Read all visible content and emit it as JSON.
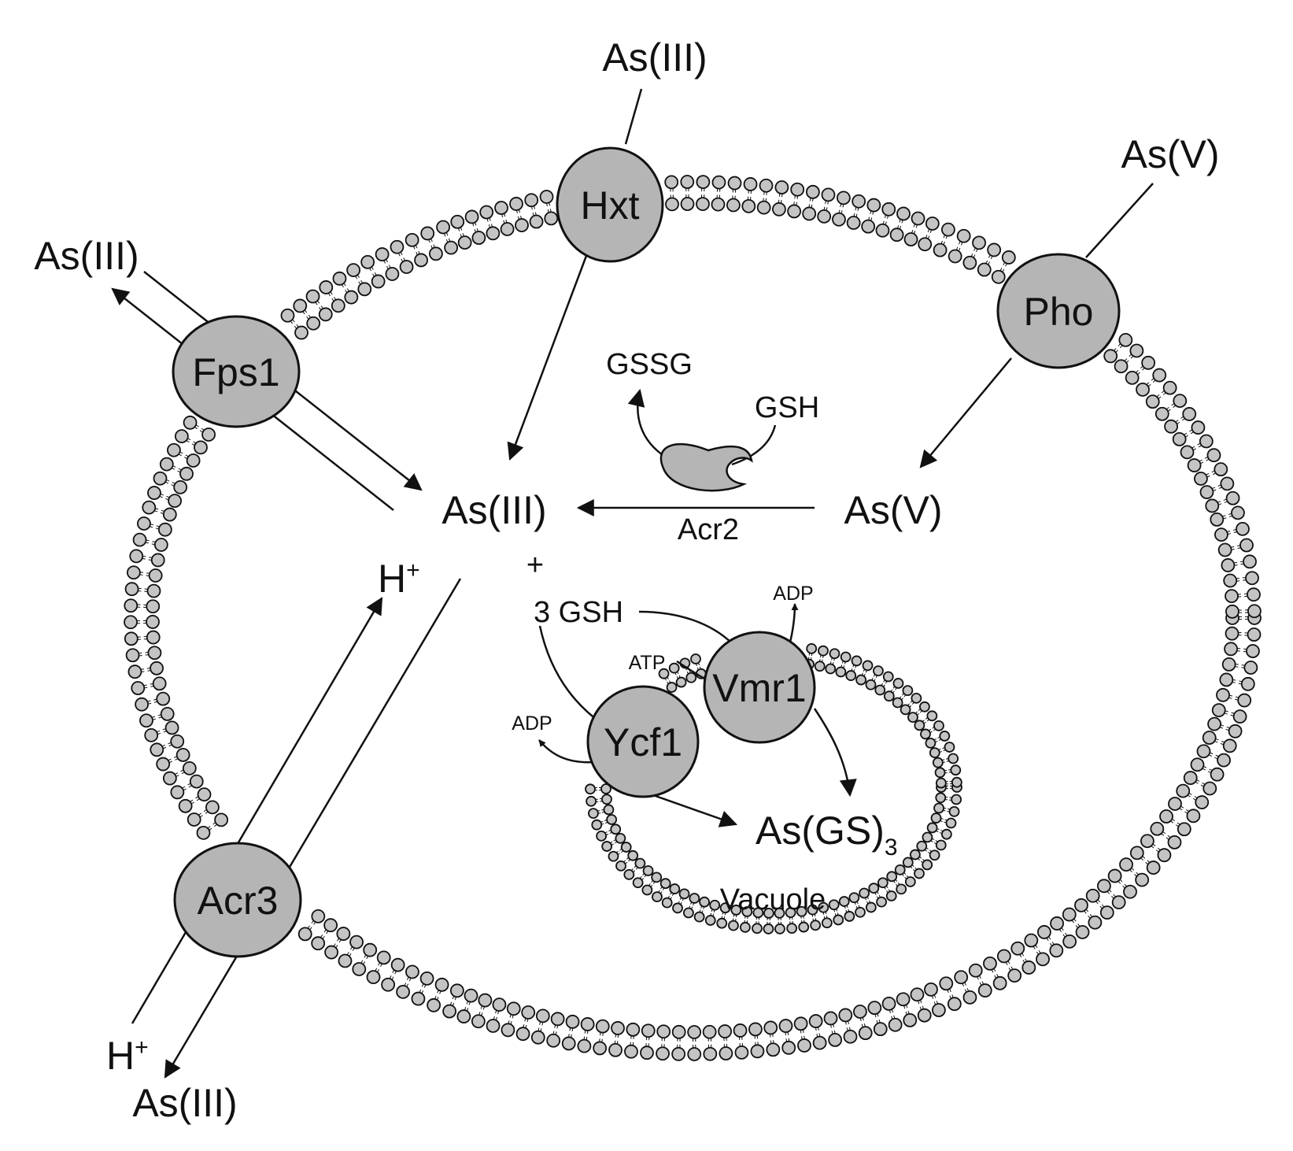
{
  "labels": {
    "as3_top": "As(III)",
    "as5_top": "As(V)",
    "as3_left": "As(III)",
    "as3_center": "As(III)",
    "as5_center": "As(V)",
    "acr2": "Acr2",
    "gssg": "GSSG",
    "gsh": "GSH",
    "h_inner": "H",
    "h_inner_sup": "+",
    "plus": "+",
    "three_gsh": "3 GSH",
    "adp_top": "ADP",
    "atp": "ATP",
    "adp_left": "ADP",
    "as_gs3_main": "As(GS)",
    "as_gs3_sub": "3",
    "vacuole": "Vacuole",
    "h_outer": "H",
    "h_outer_sup": "+",
    "as3_bottom": "As(III)"
  },
  "proteins": {
    "hxt": "Hxt",
    "pho": "Pho",
    "fps1": "Fps1",
    "acr3": "Acr3",
    "vmr1": "Vmr1",
    "ycf1": "Ycf1"
  },
  "colors": {
    "protein_fill": "#b5b5b5",
    "lipid_head_fill": "#c4c4c4",
    "stroke": "#111111"
  }
}
